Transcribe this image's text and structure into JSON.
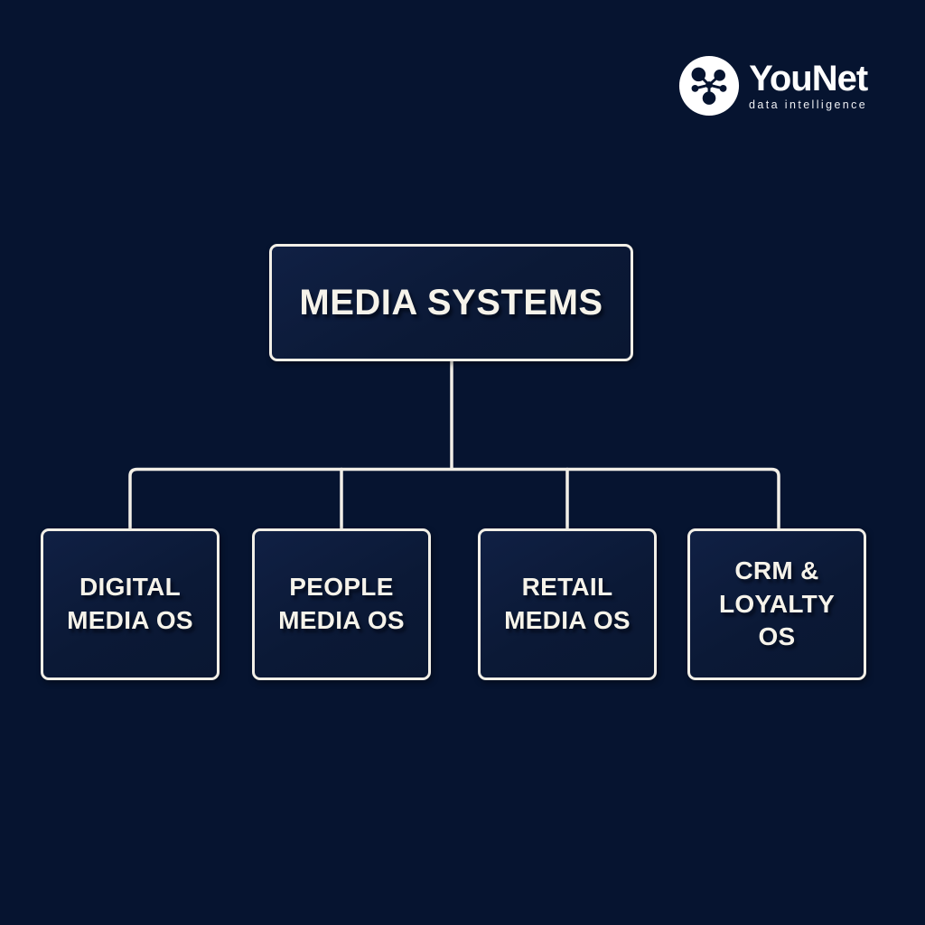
{
  "logo": {
    "brand": "YouNet",
    "tagline": "data intelligence",
    "mark": "network-dots-icon"
  },
  "diagram": {
    "root": {
      "label": "MEDIA SYSTEMS"
    },
    "children": [
      {
        "id": "digital-media-os",
        "label": "DIGITAL\nMEDIA OS"
      },
      {
        "id": "people-media-os",
        "label": "PEOPLE\nMEDIA OS"
      },
      {
        "id": "retail-media-os",
        "label": "RETAIL\nMEDIA OS"
      },
      {
        "id": "crm-loyalty-os",
        "label": "CRM &\nLOYALTY\nOS"
      }
    ]
  },
  "colors": {
    "background": "#061430",
    "node_fill": "#0b1936",
    "node_border": "#f2efe7",
    "connector_line": "#f2efe7",
    "text": "#f6f3ea",
    "logo_text": "#fdfdfd"
  }
}
